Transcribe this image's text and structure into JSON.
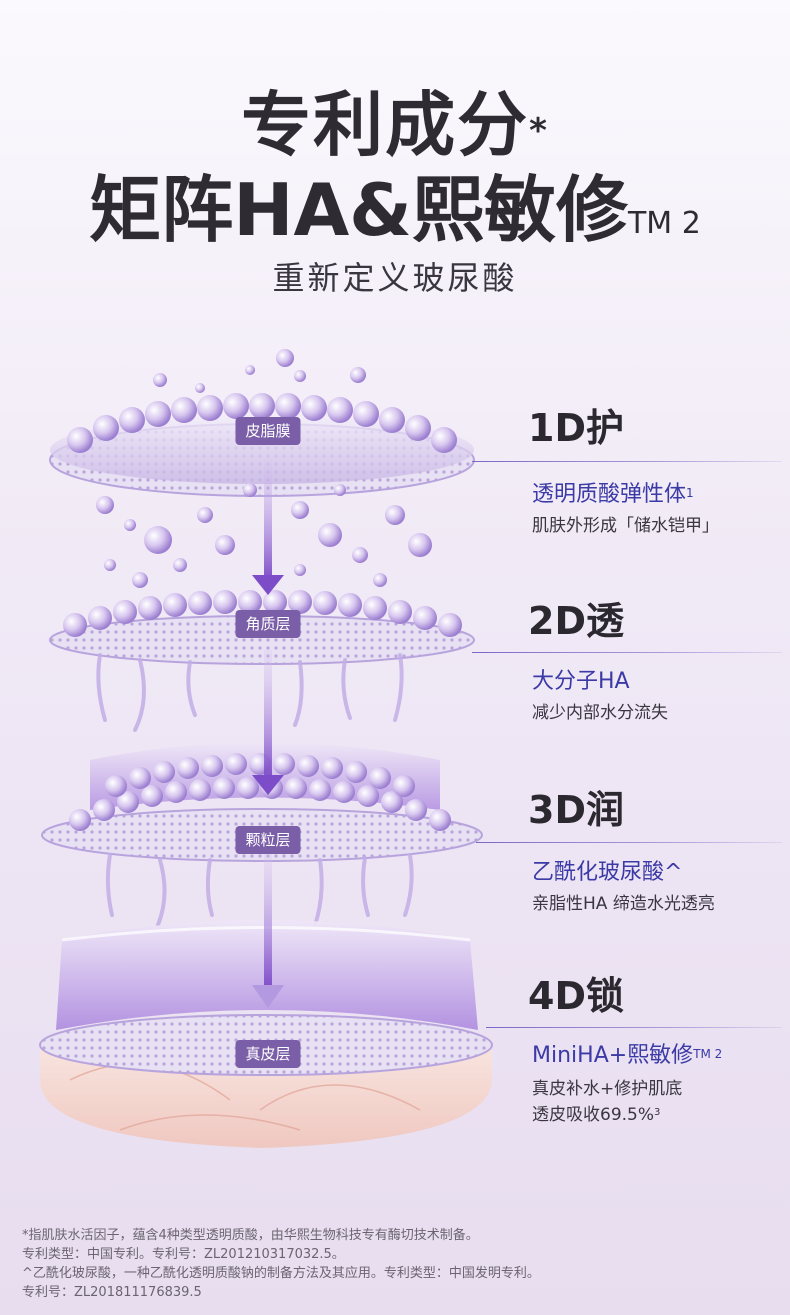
{
  "title": {
    "line1": "专利成分",
    "line1_mark": "*",
    "line2": "矩阵HA&熙敏修",
    "line2_mark": "TM 2"
  },
  "subtitle": "重新定义玻尿酸",
  "layer_tags": [
    "皮脂膜",
    "角质层",
    "颗粒层",
    "真皮层"
  ],
  "features": [
    {
      "d": "1D护",
      "heading": "透明质酸弹性体",
      "heading_sup": "1",
      "desc": [
        "肌肤外形成「储水铠甲」"
      ]
    },
    {
      "d": "2D透",
      "heading": "大分子HA",
      "heading_sup": "",
      "desc": [
        "减少内部水分流失"
      ]
    },
    {
      "d": "3D润",
      "heading": "乙酰化玻尿酸^",
      "heading_sup": "",
      "desc": [
        "亲脂性HA 缔造水光透亮"
      ]
    },
    {
      "d": "4D锁",
      "heading": "MiniHA+熙敏修",
      "heading_sup": "TM 2",
      "desc": [
        "真皮补水+修护肌底",
        "透皮吸收69.5%"
      ],
      "desc_sup": "3"
    }
  ],
  "footnotes": [
    "*指肌肤水活因子，蕴含4种类型透明质酸，由华熙生物科技专有酶切技术制备。",
    "专利类型：中国专利。专利号：ZL201210317032.5。",
    "^乙酰化玻尿酸，一种乙酰化透明质酸钠的制备方法及其应用。专利类型：中国发明专利。",
    "专利号：ZL201811176839.5"
  ],
  "colors": {
    "accent": "#3b3aa6",
    "tag_bg": "#7b5ea8",
    "layer_purple": "#9a78cf",
    "dermis_pink": "#f4d6d0"
  }
}
